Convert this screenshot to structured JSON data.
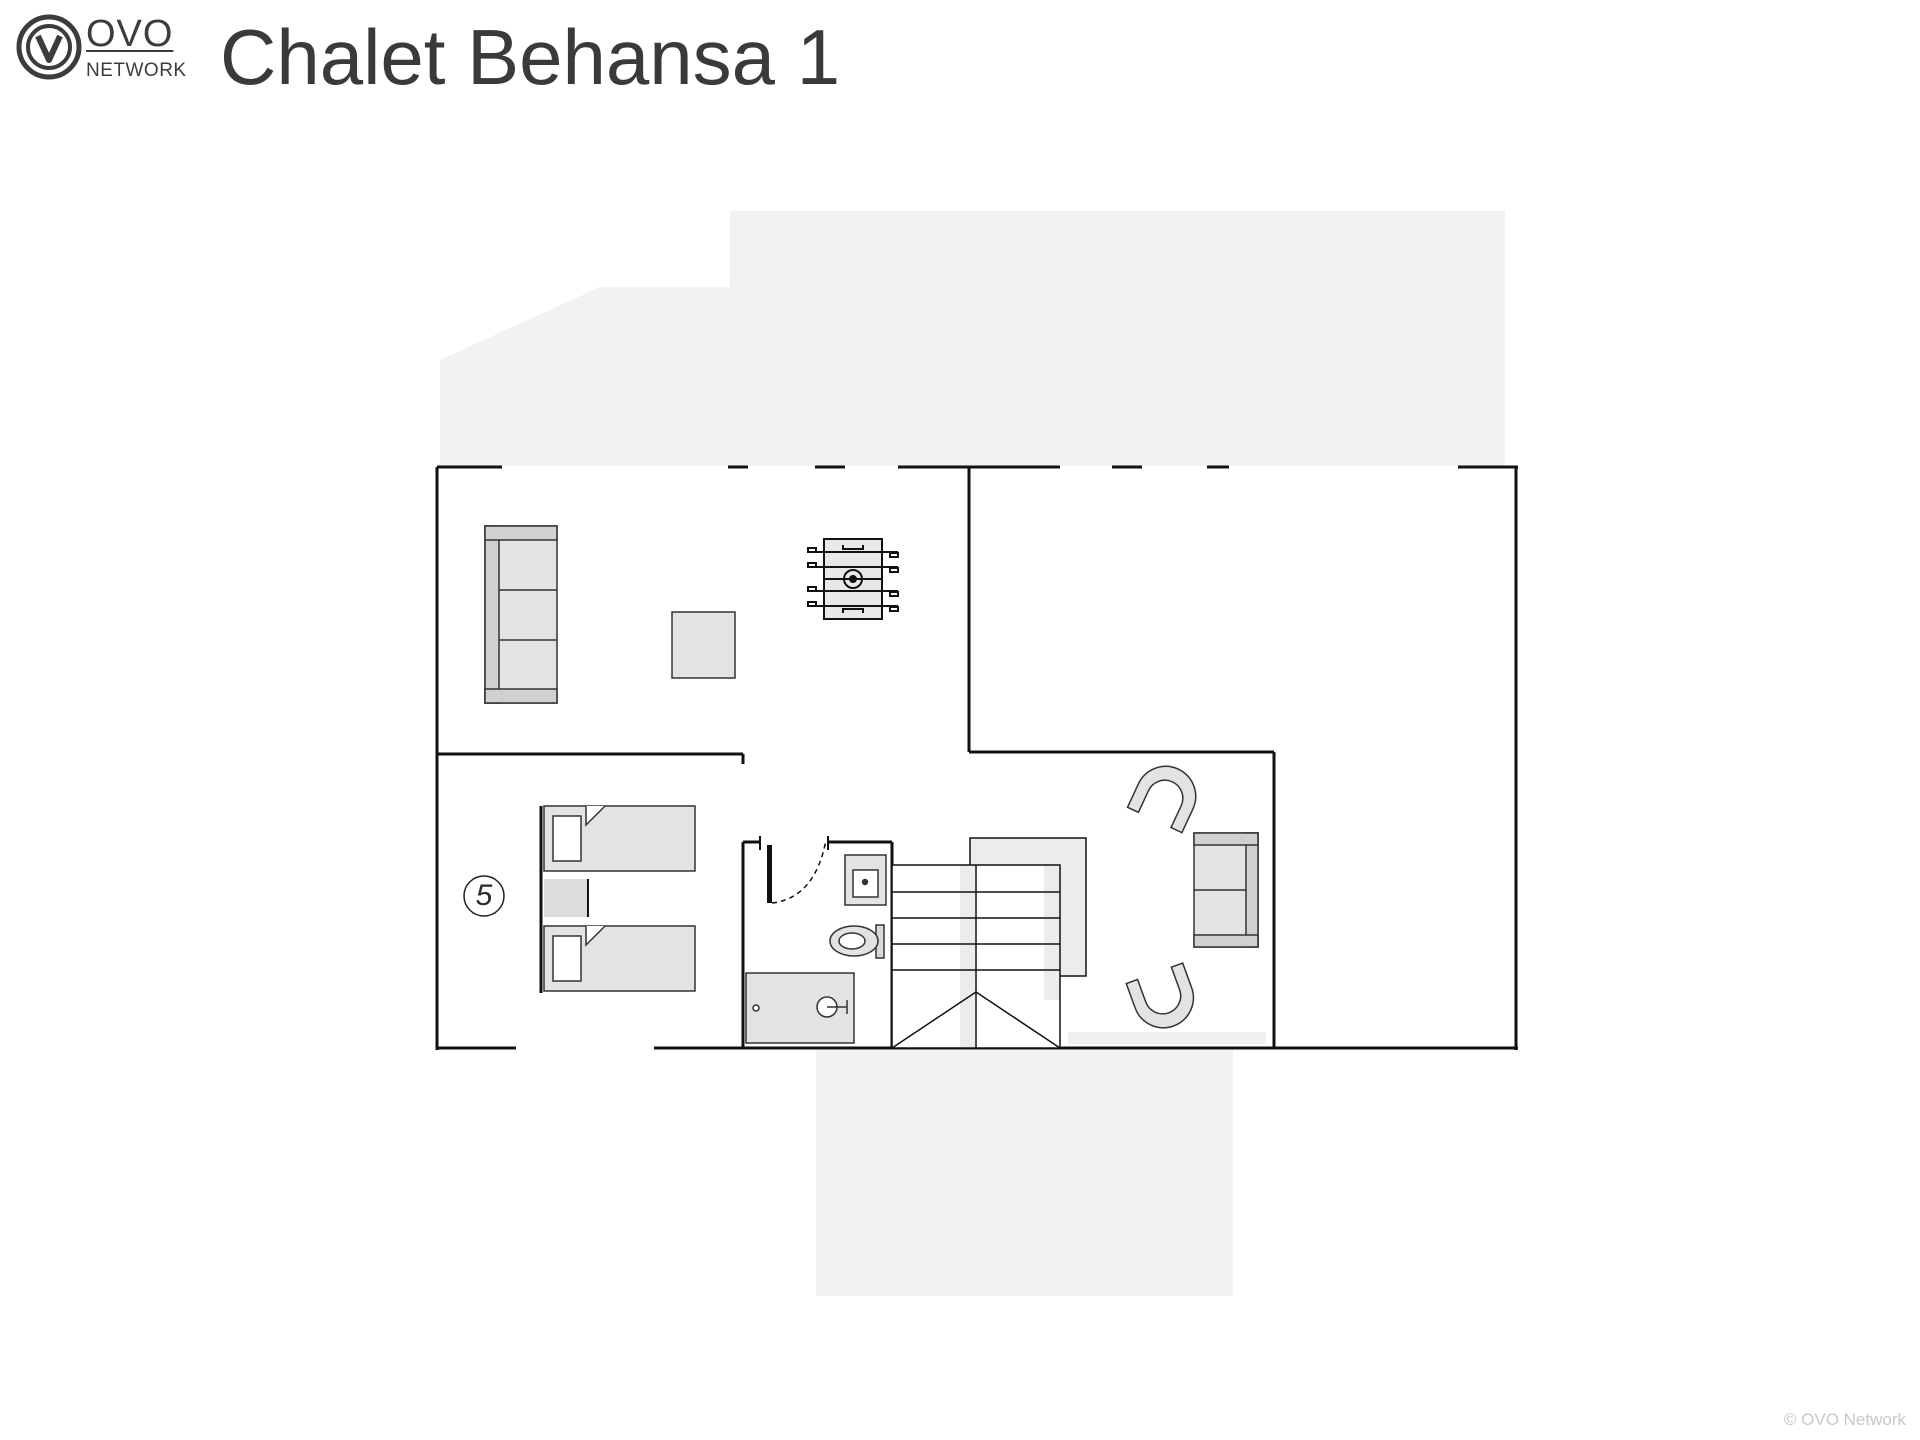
{
  "header": {
    "brand_top": "OVO",
    "brand_bottom": "NETWORK",
    "title": "Chalet Behansa 1"
  },
  "plan": {
    "room_label": "5",
    "icons": [
      "ovo-logo-icon",
      "sofa-icon",
      "table-icon",
      "foosball-table-icon",
      "bed-icon",
      "nightstand-icon",
      "door-swing-icon",
      "sink-icon",
      "toilet-icon",
      "shower-icon",
      "staircase-icon",
      "armchair-icon"
    ],
    "colors": {
      "wall": "#111111",
      "furniture_fill": "#e3e3e3",
      "exterior": "#f2f2f2"
    }
  },
  "footer": {
    "copyright": "© OVO Network"
  }
}
